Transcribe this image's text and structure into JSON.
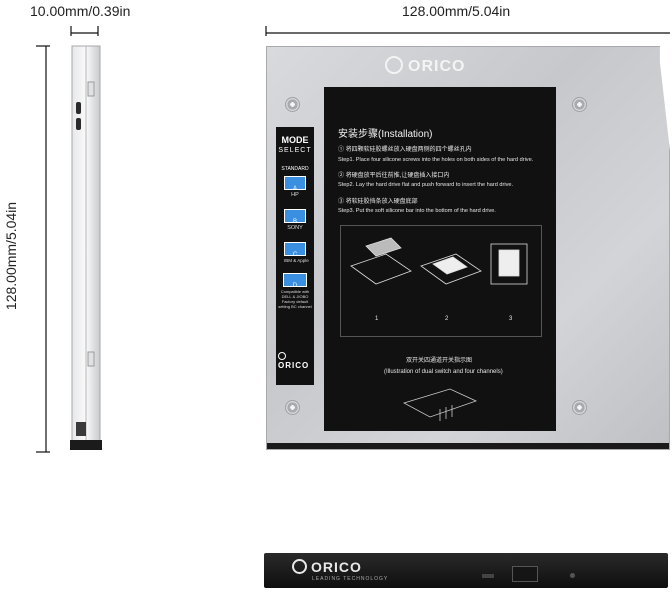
{
  "dimensions": {
    "thickness": "10.00mm/0.39in",
    "width": "128.00mm/5.04in",
    "height": "128.00mm/5.04in"
  },
  "brand": "ORICO",
  "brand_bottom": "ORICO",
  "bottom_tagline": "LEADING TECHNOLOGY",
  "mode": {
    "title": "MODE",
    "subtitle": "SELECT",
    "standard": "STANDARD",
    "options": [
      {
        "code": "A",
        "label": "HP"
      },
      {
        "code": "B",
        "label": "SONY"
      },
      {
        "code": "C",
        "label": "IBM & Apple"
      },
      {
        "code": "D",
        "label": "Compatible with DELL & JIOBO Factory default setting BC channel"
      }
    ]
  },
  "instructions": {
    "title": "安装步骤(Installation)",
    "step1_cn": "① 将四颗软硅胶螺丝放入硬盘两侧的四个螺丝孔内",
    "step1_en": "Step1. Place four silicone screws into the holes on both sides of the hard drive.",
    "step2_cn": "② 将硬盘放平后往前推,让硬盘插入接口内",
    "step2_en": "Step2. Lay the hard drive flat and push forward to insert the hard drive.",
    "step3_cn": "③ 将软硅胶挡条放入硬盘底部",
    "step3_en": "Step3. Put the soft silicone bar into the bottom of the hard drive.",
    "fig_labels": [
      "1",
      "2",
      "3"
    ],
    "switch_cn": "双开关四通道开关指示图",
    "switch_en": "(Illustration of dual switch and four channels)"
  },
  "colors": {
    "panel": "#111111",
    "silver": "#c9cacd",
    "accent": "#3a8fe0"
  }
}
